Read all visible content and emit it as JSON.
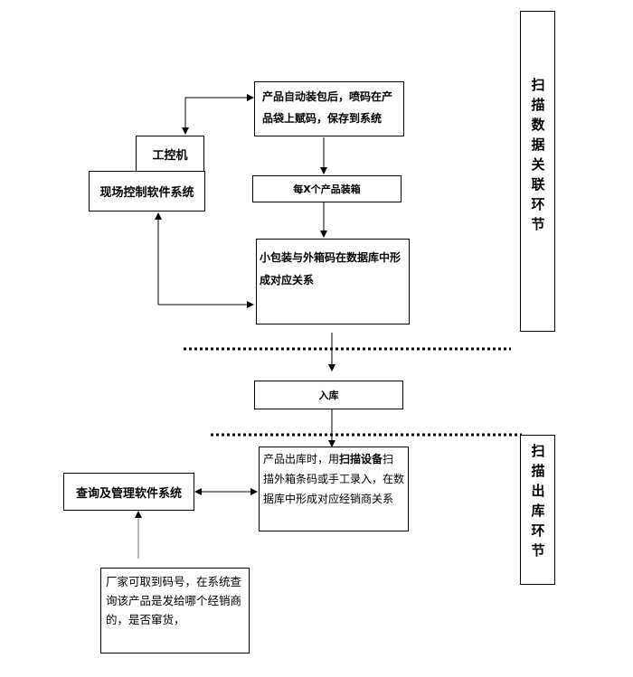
{
  "diagram": {
    "type": "flowchart",
    "sections": {
      "scan_association": "扫描数据关联环节",
      "scan_outbound": "扫描出库环节"
    },
    "nodes": {
      "industrial_pc": "工控机",
      "site_control_software": "现场控制软件系统",
      "auto_pack_coding": "产品自动装包后，喷码在产品袋上赋码，保存到系统",
      "boxing": "每X个产品装箱",
      "db_association": "小包装与外箱码在数据库中形成对应关系",
      "warehouse_in": "入库",
      "outbound_scan_prefix": "产品出库时，用",
      "outbound_scan_bold": "扫描设备",
      "outbound_scan_suffix": "扫描外箱条码或手工录入，在数据库中形成对应经销商关系",
      "query_management_software": "查询及管理软件系统",
      "manufacturer_note": "厂家可取到码号，在系统查询该产品是发给哪个经销商的，是否窜货，"
    },
    "edges": [
      {
        "from": "industrial_pc",
        "to": "auto_pack_coding",
        "direction": "both"
      },
      {
        "from": "auto_pack_coding",
        "to": "boxing",
        "direction": "forward"
      },
      {
        "from": "boxing",
        "to": "db_association",
        "direction": "forward"
      },
      {
        "from": "db_association",
        "to": "site_control_software",
        "direction": "both"
      },
      {
        "from": "db_association",
        "to": "warehouse_in",
        "direction": "forward"
      },
      {
        "from": "warehouse_in",
        "to": "outbound_scan",
        "direction": "forward"
      },
      {
        "from": "query_management_software",
        "to": "outbound_scan",
        "direction": "both"
      },
      {
        "from": "manufacturer_note",
        "to": "query_management_software",
        "direction": "forward"
      }
    ]
  }
}
